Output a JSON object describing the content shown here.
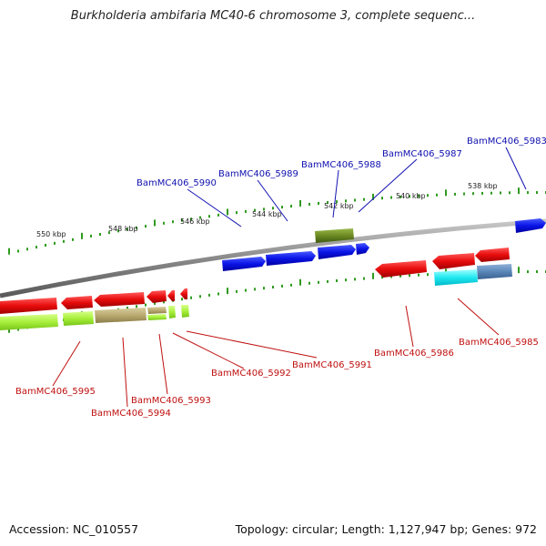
{
  "title": "Burkholderia ambifaria MC40-6 chromosome 3, complete sequenc...",
  "footer": {
    "accession": "Accession: NC_010557",
    "summary": "Topology: circular; Length: 1,127,947 bp; Genes: 972"
  },
  "scale_labels": [
    "550 kbp",
    "548 kbp",
    "546 kbp",
    "544 kbp",
    "542 kbp",
    "540 kbp",
    "538 kbp"
  ],
  "gene_labels": {
    "forward": [
      "BamMC406_5990",
      "BamMC406_5989",
      "BamMC406_5988",
      "BamMC406_5987",
      "BamMC406_5983"
    ],
    "reverse": [
      "BamMC406_5995",
      "BamMC406_5994",
      "BamMC406_5993",
      "BamMC406_5992",
      "BamMC406_5991",
      "BamMC406_5986",
      "BamMC406_5985"
    ]
  },
  "colors": {
    "forward_label": "#1010b0",
    "reverse_label": "#c01010",
    "forward_gene": "#0a14e6",
    "reverse_gene": "#e80c0c",
    "ruler": "#2e9a1e",
    "backbone": "#7f7f7f"
  }
}
